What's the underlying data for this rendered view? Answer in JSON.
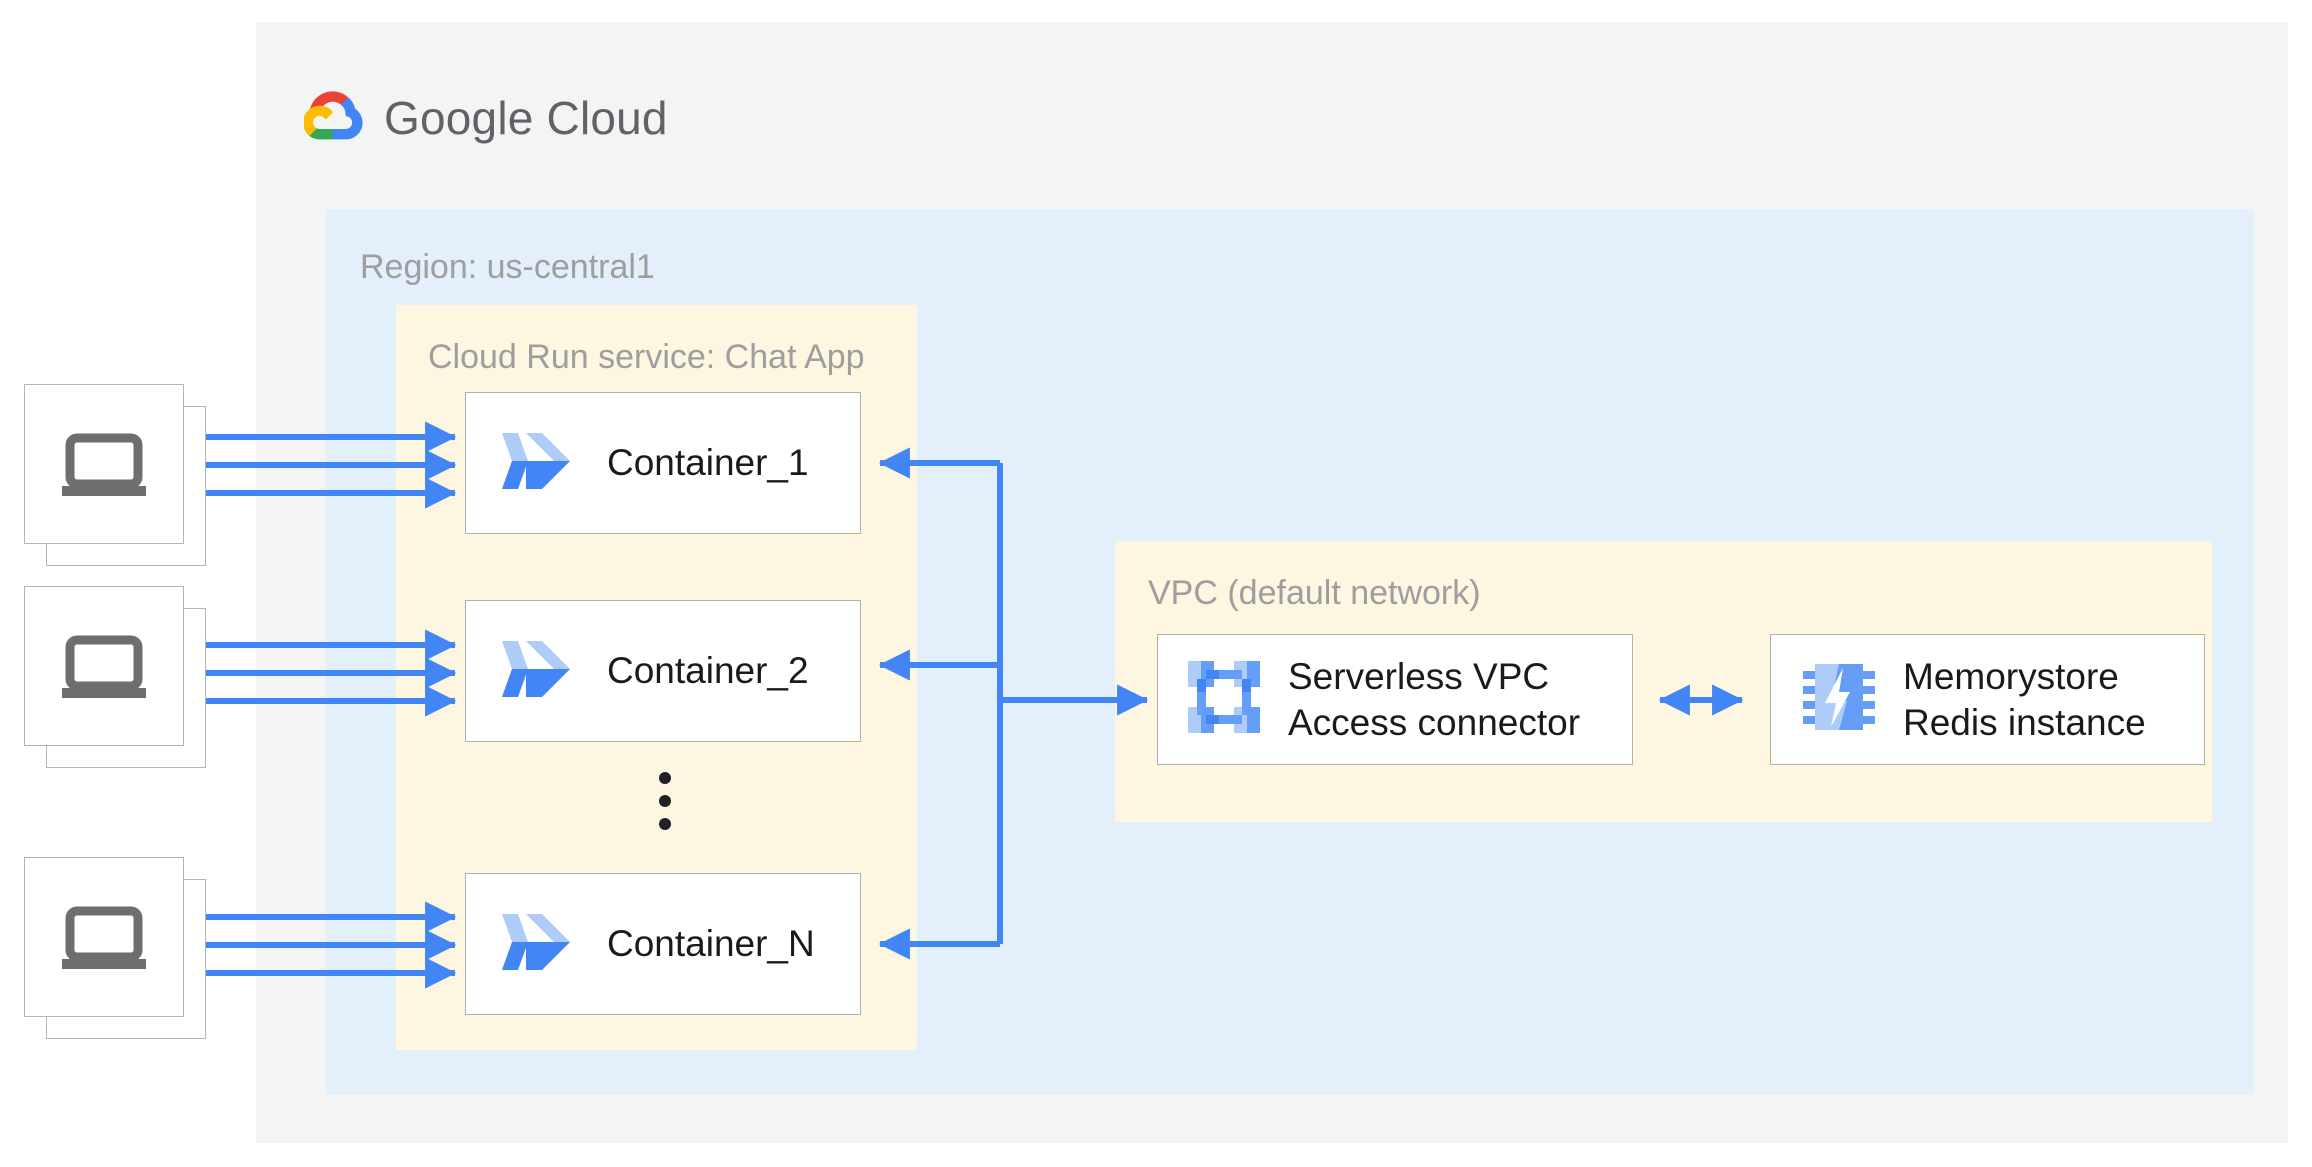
{
  "brand": {
    "name_bold": "Google",
    "name_light": "Cloud",
    "logo_icon": "google-cloud-logo-icon",
    "colors": {
      "red": "#ea4335",
      "yellow": "#fbbc05",
      "green": "#34a853",
      "blue": "#4285f4",
      "text": "#5f6368"
    }
  },
  "panels": {
    "google_cloud": {
      "background": "#f4f4f4"
    },
    "region": {
      "label": "Region: us-central1",
      "background": "#e3f0fb"
    },
    "cloud_run": {
      "label": "Cloud Run service: Chat App",
      "background": "#fdf6e0"
    },
    "vpc": {
      "label": "VPC (default network)",
      "background": "#fdf6e0"
    }
  },
  "clients": [
    {
      "name": "client-stack-1",
      "icon": "laptop-icon",
      "connections": 3
    },
    {
      "name": "client-stack-2",
      "icon": "laptop-icon",
      "connections": 3
    },
    {
      "name": "client-stack-3",
      "icon": "laptop-icon",
      "connections": 3
    }
  ],
  "containers": [
    {
      "label": "Container_1",
      "icon": "cloud-run-icon"
    },
    {
      "label": "Container_2",
      "icon": "cloud-run-icon"
    },
    {
      "label": "Container_N",
      "icon": "cloud-run-icon"
    }
  ],
  "ellipsis": "vertical-ellipsis",
  "vpc_nodes": [
    {
      "label": "Serverless VPC\nAccess connector",
      "icon": "serverless-vpc-access-connector-icon"
    },
    {
      "label": "Memorystore\nRedis instance",
      "icon": "memorystore-redis-icon"
    }
  ],
  "arrows": {
    "color": "#4285f4",
    "client_to_container": "one-way",
    "container_bus_to_connector": "one-way",
    "connector_to_memorystore": "two-way"
  }
}
